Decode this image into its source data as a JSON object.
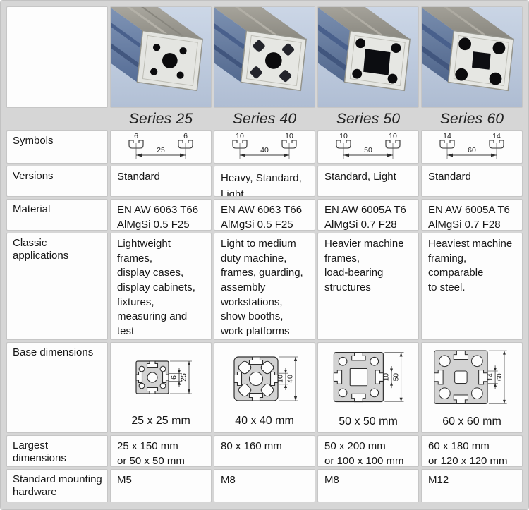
{
  "header": {
    "series_labels": [
      "Series 25",
      "Series 40",
      "Series 50",
      "Series 60"
    ]
  },
  "row_labels": {
    "symbols": "Symbols",
    "versions": "Versions",
    "material": "Material",
    "applications": "Classic applications",
    "base_dimensions": "Base dimensions",
    "largest_dimensions": "Largest dimensions",
    "mounting_hardware": "Standard mounting hardware"
  },
  "series": [
    {
      "name": "Series 25",
      "symbol": {
        "slot_width": "6",
        "pitch": "25"
      },
      "versions": "Standard",
      "material": "EN AW 6063 T66\nAlMgSi 0.5 F25",
      "applications": "Lightweight frames,\ndisplay cases,\ndisplay cabinets,\nfixtures,\nmeasuring and test\nequipment,\ncontrol and\nelectronic cabinets",
      "base_drawing": {
        "inner_dim": "6",
        "outer_dim": "25",
        "caption": "25 x 25 mm"
      },
      "largest_dimensions": "25 x 150 mm\nor 50 x 50 mm",
      "mounting_hardware": "M5"
    },
    {
      "name": "Series 40",
      "symbol": {
        "slot_width": "10",
        "pitch": "40"
      },
      "versions": "Heavy, Standard,\nLight",
      "material": "EN AW 6063 T66\nAlMgSi 0.5 F25",
      "applications": "Light to medium\nduty machine,\nframes, guarding,\nassembly\nworkstations,\nshow booths,\nwork platforms",
      "base_drawing": {
        "inner_dim": "10",
        "outer_dim": "40",
        "caption": "40 x 40 mm"
      },
      "largest_dimensions": "80 x 160 mm",
      "mounting_hardware": "M8"
    },
    {
      "name": "Series 50",
      "symbol": {
        "slot_width": "10",
        "pitch": "50"
      },
      "versions": "Standard, Light",
      "material": "EN AW 6005A T6\nAlMgSi 0.7 F28",
      "applications": "Heavier machine\nframes,\nload-bearing\nstructures",
      "base_drawing": {
        "inner_dim": "10",
        "outer_dim": "50",
        "caption": "50 x 50 mm"
      },
      "largest_dimensions": "50 x 200 mm\nor 100 x 100 mm",
      "mounting_hardware": "M8"
    },
    {
      "name": "Series 60",
      "symbol": {
        "slot_width": "14",
        "pitch": "60"
      },
      "versions": "Standard",
      "material": "EN AW 6005A T6\nAlMgSi 0.7 F28",
      "applications": "Heaviest machine\nframing, comparable\nto steel.",
      "base_drawing": {
        "inner_dim": "14",
        "outer_dim": "60",
        "caption": "60 x 60 mm"
      },
      "largest_dimensions": "60 x 180 mm\nor 120 x 120 mm",
      "mounting_hardware": "M12"
    }
  ]
}
